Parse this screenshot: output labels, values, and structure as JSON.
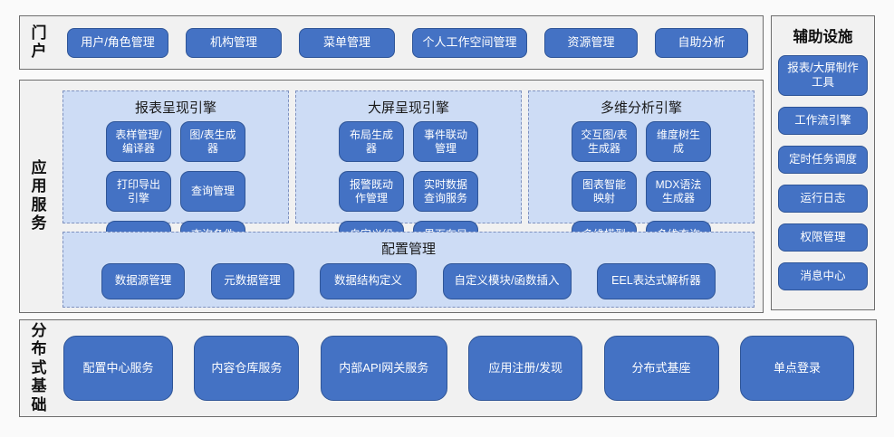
{
  "colors": {
    "button_blue": "#4472c4",
    "button_border": "#2f5597",
    "panel_fill": "#f1f1f1",
    "panel_border": "#6d6d6d",
    "group_fill": "#cddcf5",
    "group_dashed_border": "#7e91bf"
  },
  "portal": {
    "label": "门户",
    "buttons": [
      "用户/角色管理",
      "机构管理",
      "菜单管理",
      "个人工作空间管理",
      "资源管理",
      "自助分析"
    ]
  },
  "app_services": {
    "label": "应用服务",
    "engines": [
      {
        "title": "报表呈现引擎",
        "buttons": [
          "表样管理/编译器",
          "图/表生成器",
          "打印导出引擎",
          "查询管理",
          "缓存管理",
          "查询条件管理"
        ]
      },
      {
        "title": "大屏呈现引擎",
        "buttons": [
          "布局生成器",
          "事件联动管理",
          "报警既动作管理",
          "实时数据查询服务",
          "自定义组件管理",
          "界面布局操作框架"
        ]
      },
      {
        "title": "多维分析引擎",
        "buttons": [
          "交互图/表生成器",
          "维度树生成",
          "图表智能映射",
          "MDX语法生成器",
          "多维模型解析",
          "多维查询管理"
        ]
      }
    ],
    "config": {
      "title": "配置管理",
      "buttons": [
        "数据源管理",
        "元数据管理",
        "数据结构定义",
        "自定义模块/函数插入",
        "EEL表达式解析器"
      ]
    }
  },
  "distributed_base": {
    "label": "分布式基础",
    "buttons": [
      "配置中心服务",
      "内容仓库服务",
      "内部API网关服务",
      "应用注册/发现",
      "分布式基座",
      "单点登录"
    ]
  },
  "aux_facilities": {
    "title": "辅助设施",
    "buttons": [
      "报表/大屏制作工具",
      "工作流引擎",
      "定时任务调度",
      "运行日志",
      "权限管理",
      "消息中心"
    ]
  }
}
